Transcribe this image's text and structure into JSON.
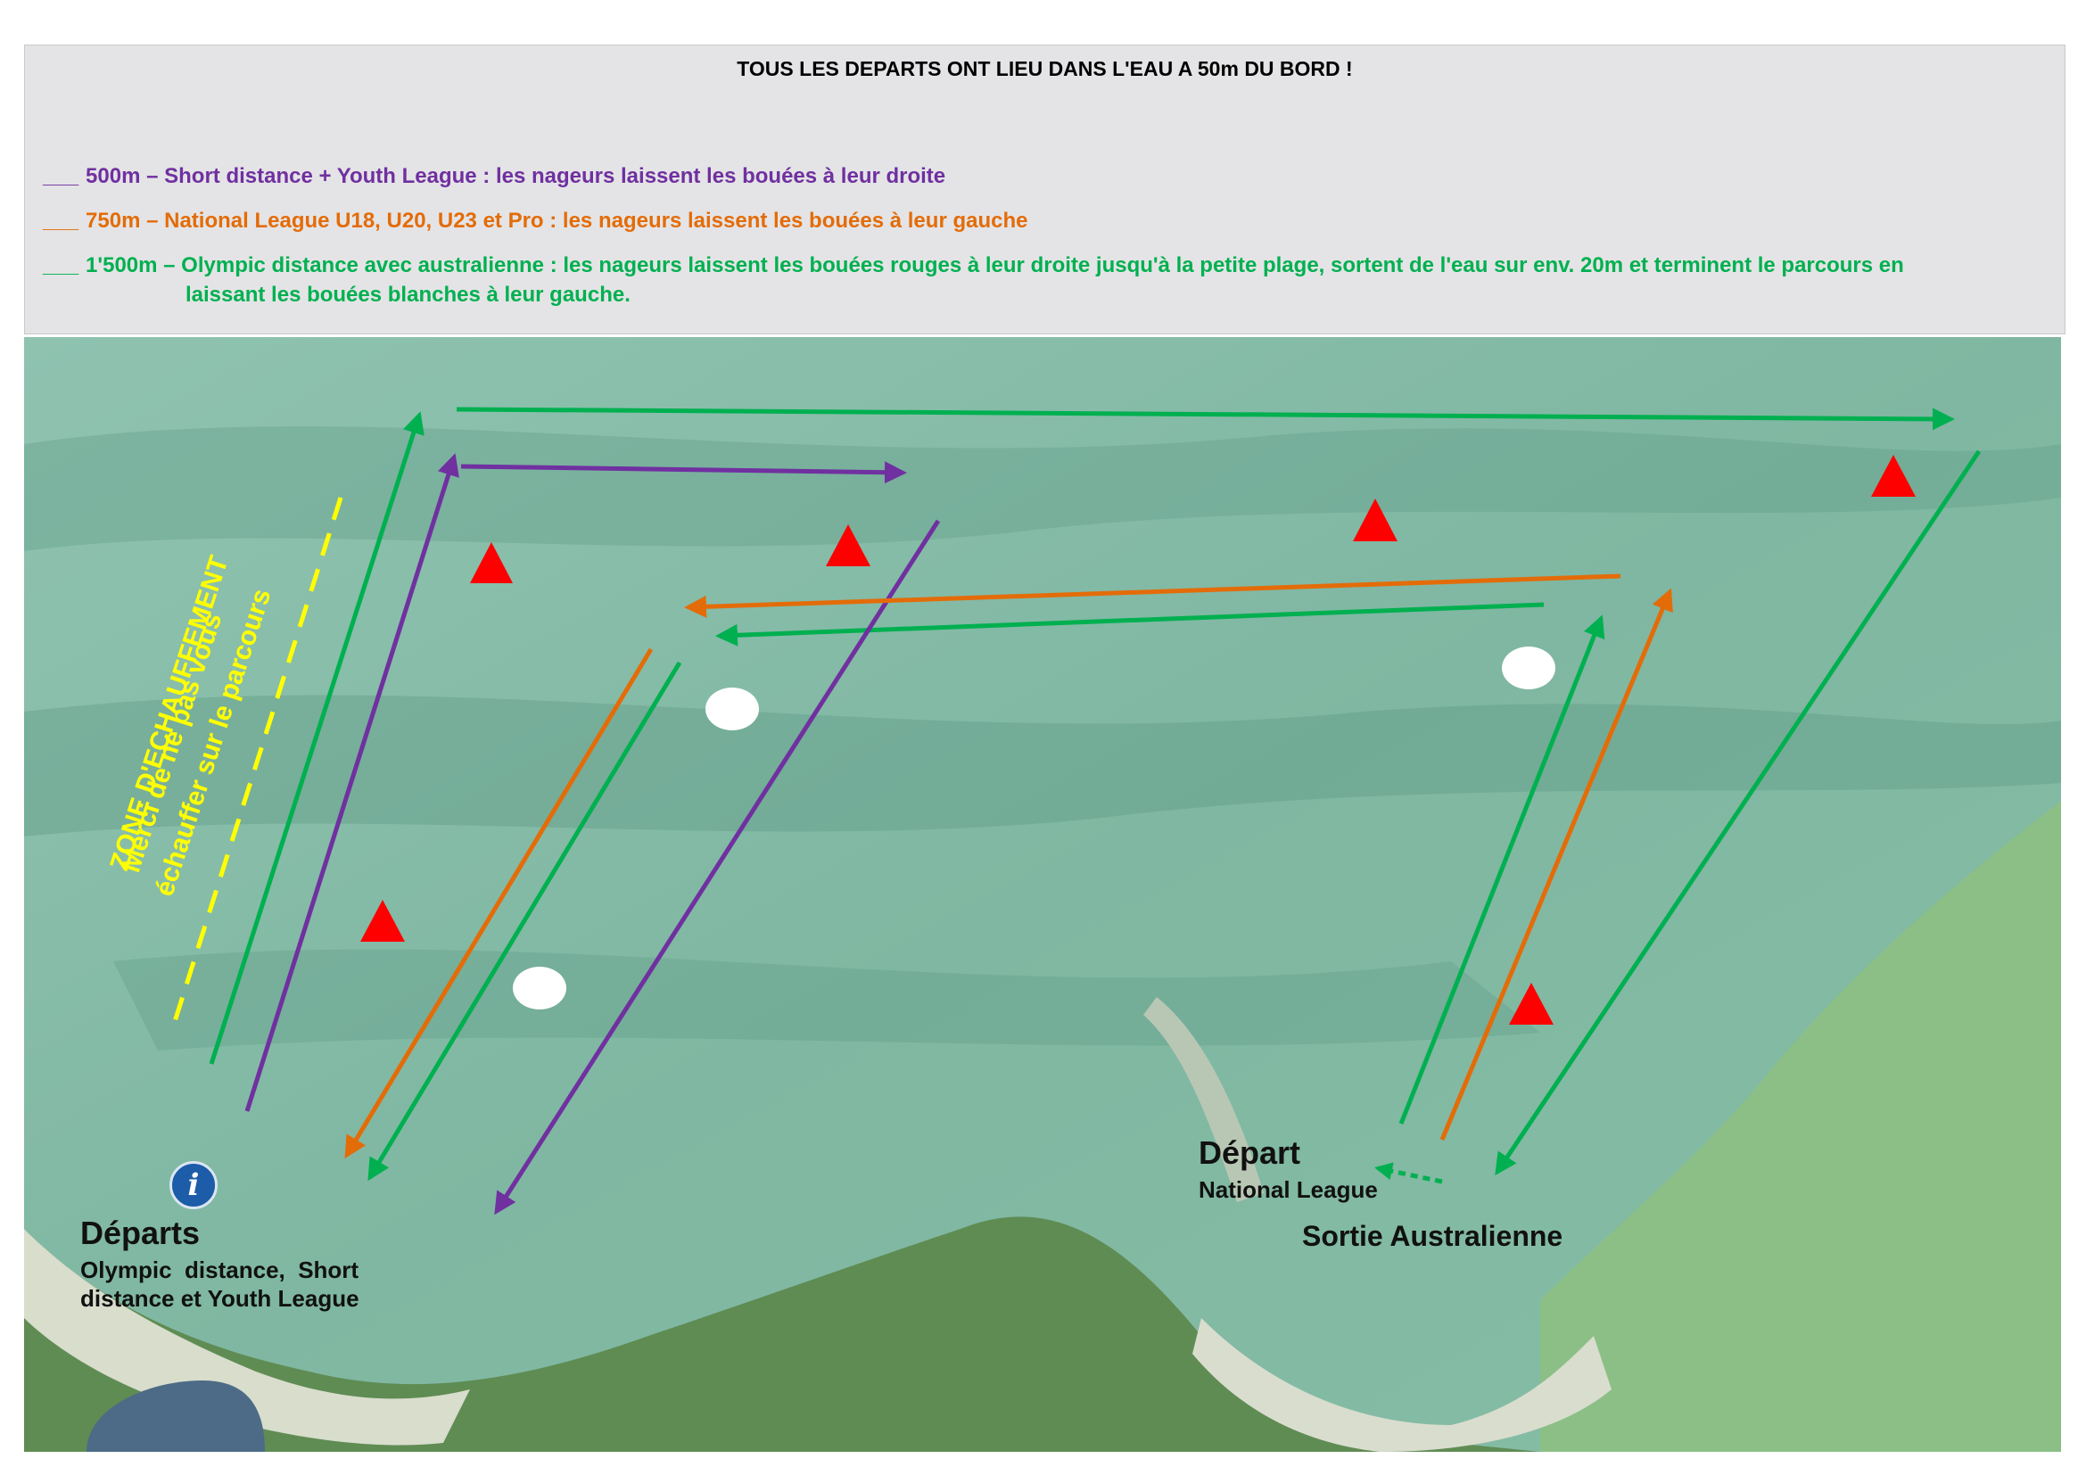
{
  "legend": {
    "title": "TOUS LES DEPARTS ONT LIEU DANS L'EAU A 50m DU BORD !",
    "routes": [
      {
        "dash": "___",
        "text": "500m – Short distance + Youth League : les nageurs laissent les bouées à leur droite",
        "color": "#7030a0"
      },
      {
        "dash": "___",
        "text": "750m – National League U18, U20, U23 et Pro : les nageurs laissent les bouées à leur gauche",
        "color": "#e36c09"
      },
      {
        "dash": "___",
        "text_line1": "1'500m – Olympic distance avec australienne : les nageurs laissent les bouées rouges à leur droite jusqu'à la petite plage, sortent de l'eau sur env. 20m et terminent le parcours en",
        "text_line2": "laissant les bouées blanches à leur gauche.",
        "color": "#00b050"
      }
    ]
  },
  "map": {
    "warmup_zone": {
      "title": "ZONE D'ECHAUFFEMENT",
      "line1": "Merci de ne pas vous",
      "line2": "échauffer sur le parcours",
      "color": "#ffff00"
    },
    "start_left": {
      "title": "Départs",
      "line1": "Olympic  distance,  Short",
      "line2": "distance et Youth League",
      "icon": "info-icon"
    },
    "start_right": {
      "title": "Départ",
      "subtitle": "National League"
    },
    "exit_label": "Sortie Australienne",
    "colors": {
      "purple": "#7030a0",
      "orange": "#e36c09",
      "green": "#00b050",
      "red_buoy": "#ff0000",
      "white_buoy": "#ffffff"
    }
  }
}
